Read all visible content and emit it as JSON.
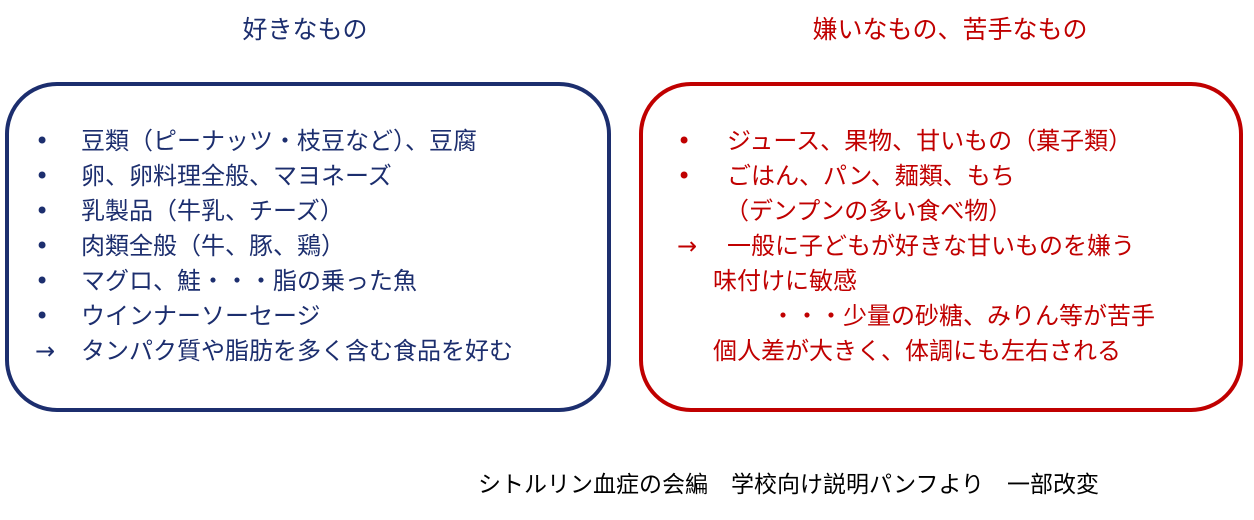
{
  "likes": {
    "heading": "好きなもの",
    "bullet": "•",
    "items": [
      "豆類（ピーナッツ・枝豆など）、豆腐",
      "卵、卵料理全般、マヨネーズ",
      "乳製品（牛乳、チーズ）",
      "肉類全般（牛、豚、鶏）",
      "マグロ、鮭・・・脂の乗った魚",
      "ウインナーソーセージ"
    ],
    "conclusion_marker": "→",
    "conclusion": "タンパク質や脂肪を多く含む食品を好む"
  },
  "dislikes": {
    "heading": "嫌いなもの、苦手なもの",
    "bullet": "•",
    "items": [
      "ジュース、果物、甘いもの（菓子類）",
      "ごはん、パン、麺類、もち"
    ],
    "item_continuation": "（デンプンの多い食べ物）",
    "conclusion_marker": "→",
    "conclusion_lines": [
      "一般に子どもが好きな甘いものを嫌う",
      "味付けに敏感",
      "・・・少量の砂糖、みりん等が苦手",
      "個人差が大きく、体調にも左右される"
    ]
  },
  "source_note": "シトルリン血症の会編　学校向け説明パンフより　一部改変"
}
